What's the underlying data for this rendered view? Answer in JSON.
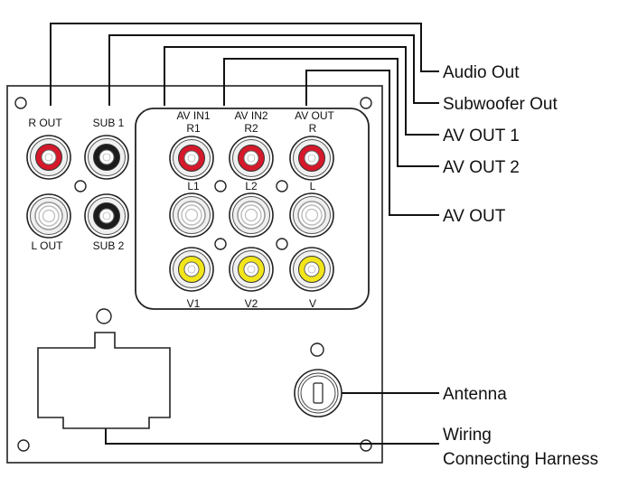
{
  "panel_labels": {
    "r_out": "R OUT",
    "sub1": "SUB 1",
    "l_out": "L OUT",
    "sub2": "SUB 2",
    "av_in1": "AV IN1",
    "av_in2": "AV IN2",
    "av_out": "AV OUT",
    "r1": "R1",
    "r2": "R2",
    "r": "R",
    "l1": "L1",
    "l2": "L2",
    "l": "L",
    "v1": "V1",
    "v2": "V2",
    "v": "V"
  },
  "callouts": {
    "audio_out": "Audio Out",
    "subwoofer_out": "Subwoofer  Out",
    "av_out_1": "AV OUT 1",
    "av_out_2": "AV OUT 2",
    "av_out": "AV OUT",
    "antenna": "Antenna",
    "wiring_line1": "Wiring",
    "wiring_line2": "Connecting Harness"
  },
  "jack_colors": {
    "red": "#d5182a",
    "yellow": "#f2e51a",
    "black": "#1c1c1c",
    "white": "#ffffff"
  }
}
